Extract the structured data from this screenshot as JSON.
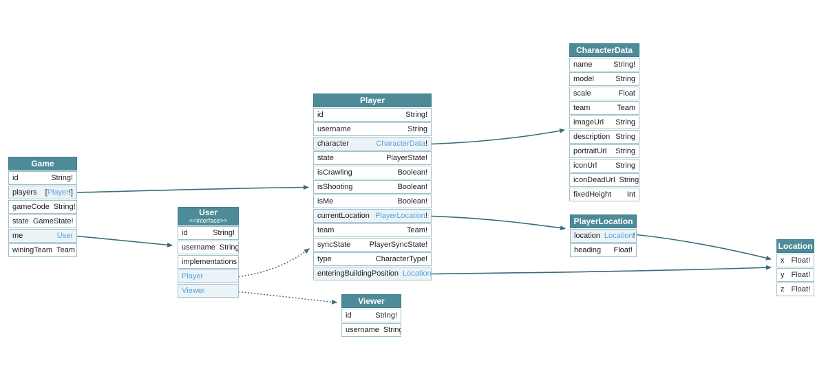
{
  "diagram": {
    "kind": "graphql-schema-diagram",
    "colors": {
      "header_bg": "#4d8b99",
      "link_text": "#54a3dc",
      "edge_line": "#3a6b7a",
      "row_highlight_bg": "#ecf3f7",
      "row_border": "#9cc0cb",
      "background": "#ffffff"
    },
    "edges": [
      {
        "from": "Game.players",
        "to": "Player",
        "kind": "solid"
      },
      {
        "from": "Game.me",
        "to": "User",
        "kind": "solid"
      },
      {
        "from": "Player.character",
        "to": "CharacterData",
        "kind": "solid"
      },
      {
        "from": "Player.currentLocation",
        "to": "PlayerLocation",
        "kind": "solid"
      },
      {
        "from": "Player.enteringBuildingPosition",
        "to": "Location",
        "kind": "solid"
      },
      {
        "from": "PlayerLocation.location",
        "to": "Location",
        "kind": "solid"
      },
      {
        "from": "User.Player",
        "to": "Player",
        "kind": "dotted"
      },
      {
        "from": "User.Viewer",
        "to": "Viewer",
        "kind": "dotted"
      }
    ]
  },
  "tables": {
    "game": {
      "title": "Game",
      "rows": [
        {
          "name": "id",
          "type": "String!"
        },
        {
          "name": "players",
          "type_prefix": "[",
          "type_link": "Player",
          "type": "!]"
        },
        {
          "name": "gameCode",
          "type": "String!"
        },
        {
          "name": "state",
          "type": "GameState!"
        },
        {
          "name": "me",
          "type_link": "User"
        },
        {
          "name": "winingTeam",
          "type": "Team"
        }
      ]
    },
    "user": {
      "title": "User",
      "subtitle": "<<interface>>",
      "rows": [
        {
          "name": "id",
          "type": "String!"
        },
        {
          "name": "username",
          "type": "String"
        },
        {
          "name": "implementations"
        },
        {
          "name": "Player"
        },
        {
          "name": "Viewer"
        }
      ]
    },
    "player": {
      "title": "Player",
      "rows": [
        {
          "name": "id",
          "type": "String!"
        },
        {
          "name": "username",
          "type": "String"
        },
        {
          "name": "character",
          "type_link": "CharacterData",
          "type": "!"
        },
        {
          "name": "state",
          "type": "PlayerState!"
        },
        {
          "name": "isCrawling",
          "type": "Boolean!"
        },
        {
          "name": "isShooting",
          "type": "Boolean!"
        },
        {
          "name": "isMe",
          "type": "Boolean!"
        },
        {
          "name": "currentLocation",
          "type_link": "PlayerLocation",
          "type": "!"
        },
        {
          "name": "team",
          "type": "Team!"
        },
        {
          "name": "syncState",
          "type": "PlayerSyncState!"
        },
        {
          "name": "type",
          "type": "CharacterType!"
        },
        {
          "name": "enteringBuildingPosition",
          "type_link": "Location"
        }
      ]
    },
    "viewer": {
      "title": "Viewer",
      "rows": [
        {
          "name": "id",
          "type": "String!"
        },
        {
          "name": "username",
          "type": "String"
        }
      ]
    },
    "characterdata": {
      "title": "CharacterData",
      "rows": [
        {
          "name": "name",
          "type": "String!"
        },
        {
          "name": "model",
          "type": "String"
        },
        {
          "name": "scale",
          "type": "Float"
        },
        {
          "name": "team",
          "type": "Team"
        },
        {
          "name": "imageUrl",
          "type": "String"
        },
        {
          "name": "description",
          "type": "String"
        },
        {
          "name": "portraitUrl",
          "type": "String"
        },
        {
          "name": "iconUrl",
          "type": "String"
        },
        {
          "name": "iconDeadUrl",
          "type": "String"
        },
        {
          "name": "fixedHeight",
          "type": "Int"
        }
      ]
    },
    "playerlocation": {
      "title": "PlayerLocation",
      "rows": [
        {
          "name": "location",
          "type_link": "Location",
          "type": "!"
        },
        {
          "name": "heading",
          "type": "Float!"
        }
      ]
    },
    "location": {
      "title": "Location",
      "rows": [
        {
          "name": "x",
          "type": "Float!"
        },
        {
          "name": "y",
          "type": "Float!"
        },
        {
          "name": "z",
          "type": "Float!"
        }
      ]
    }
  }
}
